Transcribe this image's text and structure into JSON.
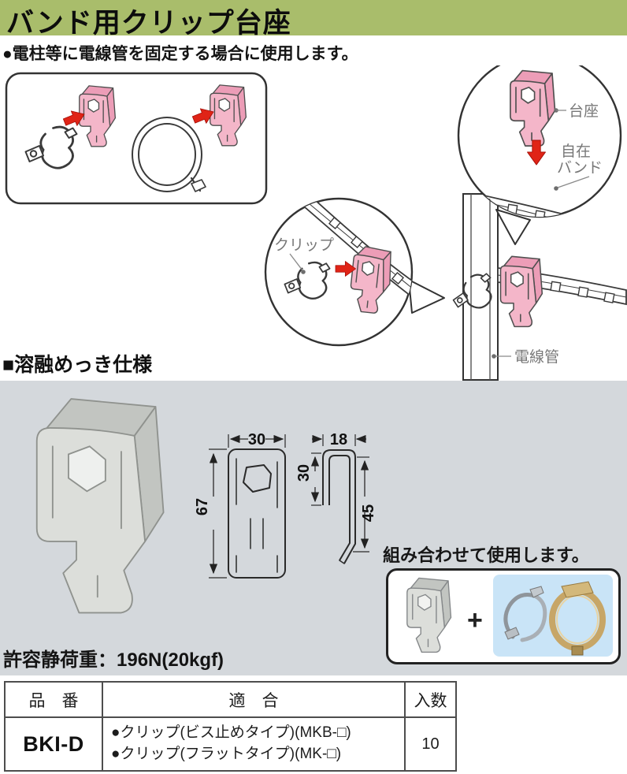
{
  "page": {
    "title": "バンド用クリップ台座",
    "intro": "●電柱等に電線管を固定する場合に使用します。"
  },
  "diagram": {
    "labels": {
      "pedestal": "台座",
      "band_line1": "自在",
      "band_line2": "バンド",
      "clip": "クリップ",
      "conduit": "電線管"
    }
  },
  "spec": {
    "heading": "■溶融めっき仕様",
    "combine_note": "組み合わせて使用します。",
    "plus": "+",
    "load_note": "許容静荷重：196N(20kgf)",
    "dims": {
      "front_width": "30",
      "front_height": "67",
      "side_width": "18",
      "side_depth": "30",
      "side_height": "45"
    }
  },
  "table": {
    "headers": [
      "品　番",
      "適　合",
      "入数"
    ],
    "row": {
      "model": "BKI-D",
      "fit": [
        "●クリップ(ビス止めタイプ)(MKB-□)",
        "●クリップ(フラットタイプ)(MK-□)"
      ],
      "qty": "10"
    }
  },
  "colors": {
    "header_bg": "#a9bd6b",
    "pedestal_pink": "#f4b6c9",
    "arrow_red": "#e02417",
    "section_bg": "#d4d8dc",
    "combine_blue": "#c9e4f7"
  }
}
